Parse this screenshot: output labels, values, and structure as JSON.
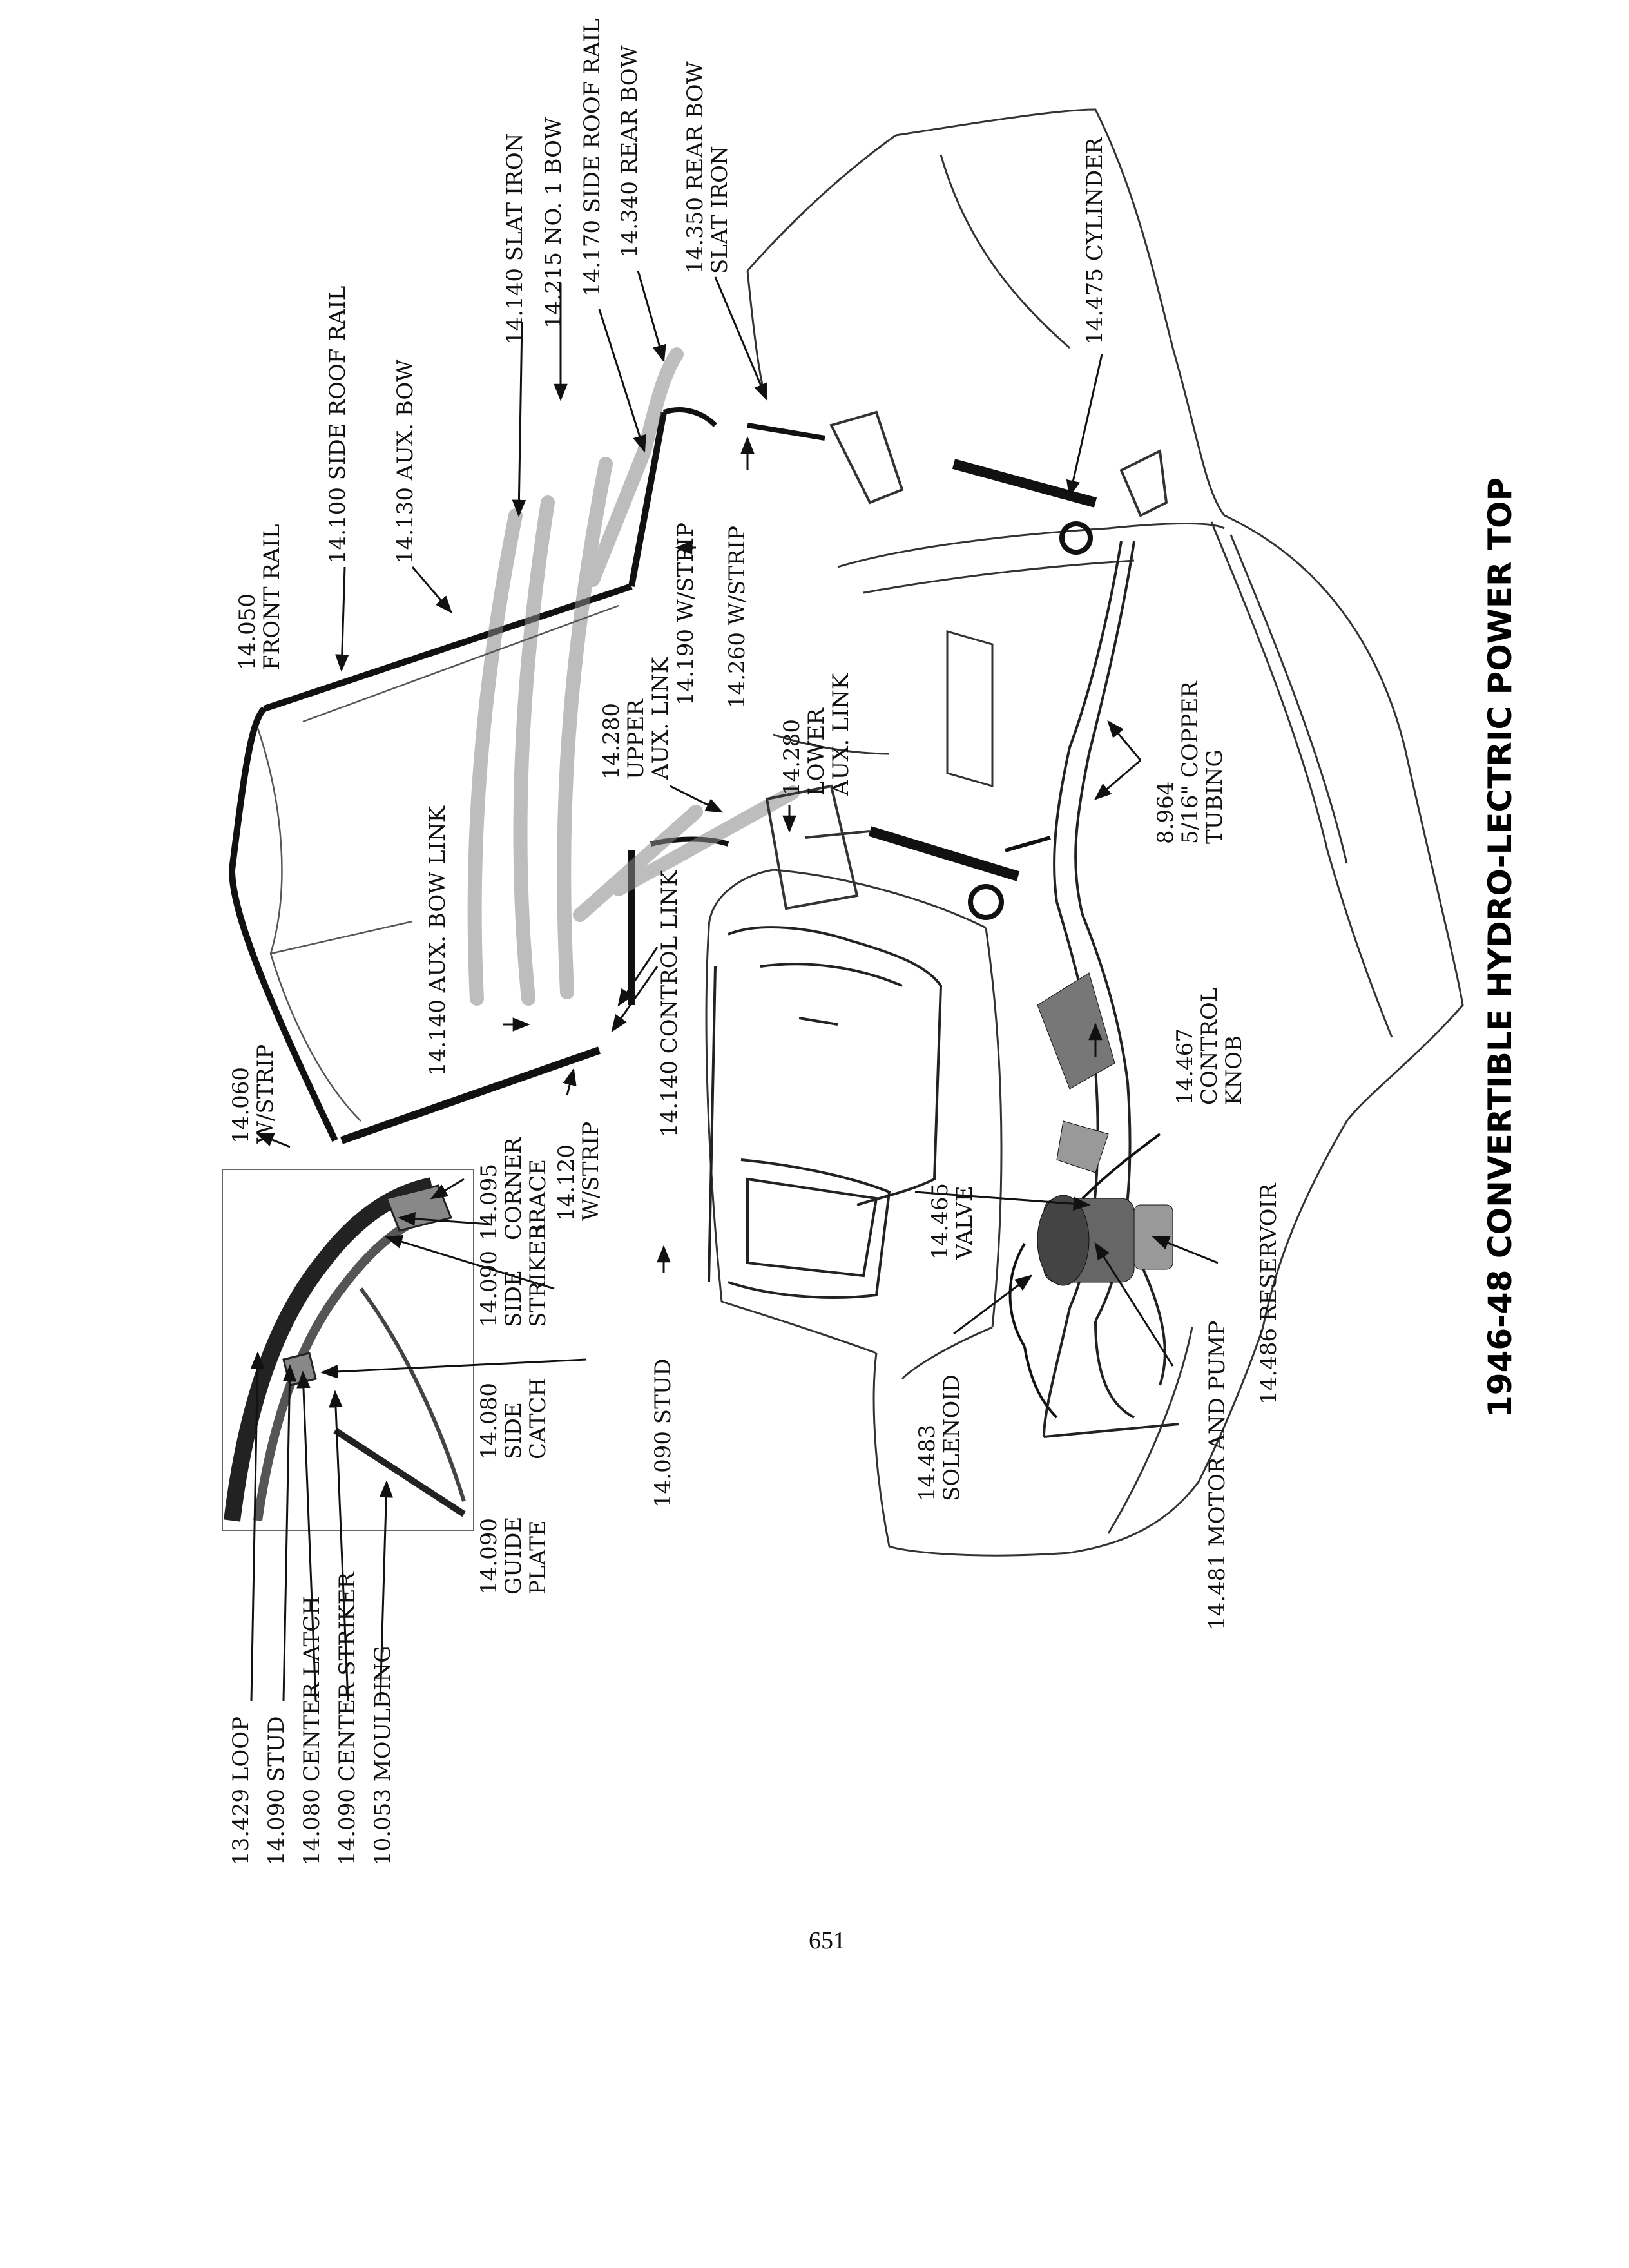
{
  "title": "1946-48 CONVERTIBLE HYDRO-LECTRIC POWER TOP",
  "page_number": "651",
  "labels": {
    "slat_iron": "14.140 SLAT IRON",
    "no1_bow": "14.215 NO. 1 BOW",
    "side_roof_rail_170": "14.170 SIDE ROOF RAIL",
    "rear_bow": "14.340 REAR BOW",
    "rear_bow_slat_iron": "14.350 REAR BOW\nSLAT IRON",
    "cylinder": "14.475 CYLINDER",
    "side_roof_rail_100": "14.100 SIDE ROOF RAIL",
    "aux_bow": "14.130 AUX. BOW",
    "front_rail": "14.050\nFRONT RAIL",
    "wstrip_190": "14.190 W/STRIP",
    "wstrip_260": "14.260 W/STRIP",
    "upper_aux_link": "14.280\nUPPER\nAUX. LINK",
    "lower_aux_link": "14.280\nLOWER\nAUX. LINK",
    "copper_tubing": "8.964\n5/16\" COPPER\nTUBING",
    "aux_bow_link": "14.140 AUX. BOW LINK",
    "control_link": "14.140 CONTROL LINK",
    "control_knob": "14.467\nCONTROL\nKNOB",
    "wstrip_060": "14.060\nW/STRIP",
    "corner_brace": "14.095\nCORNER\nBRACE",
    "wstrip_120": "14.120\nW/STRIP",
    "valve": "14.465\nVALVE",
    "reservoir": "14.486 RESERVOIR",
    "side_striker": "14.090\nSIDE\nSTRIKER",
    "side_catch": "14.080\nSIDE\nCATCH",
    "guide_plate": "14.090\nGUIDE\nPLATE",
    "stud_090": "14.090 STUD",
    "solenoid": "14.483\nSOLENOID",
    "motor_pump": "14.481 MOTOR AND PUMP",
    "loop": "13.429 LOOP",
    "stud_inset": "14.090 STUD",
    "center_latch": "14.080 CENTER LATCH",
    "center_striker": "14.090 CENTER STRIKER",
    "moulding": "10.053 MOULDING"
  }
}
